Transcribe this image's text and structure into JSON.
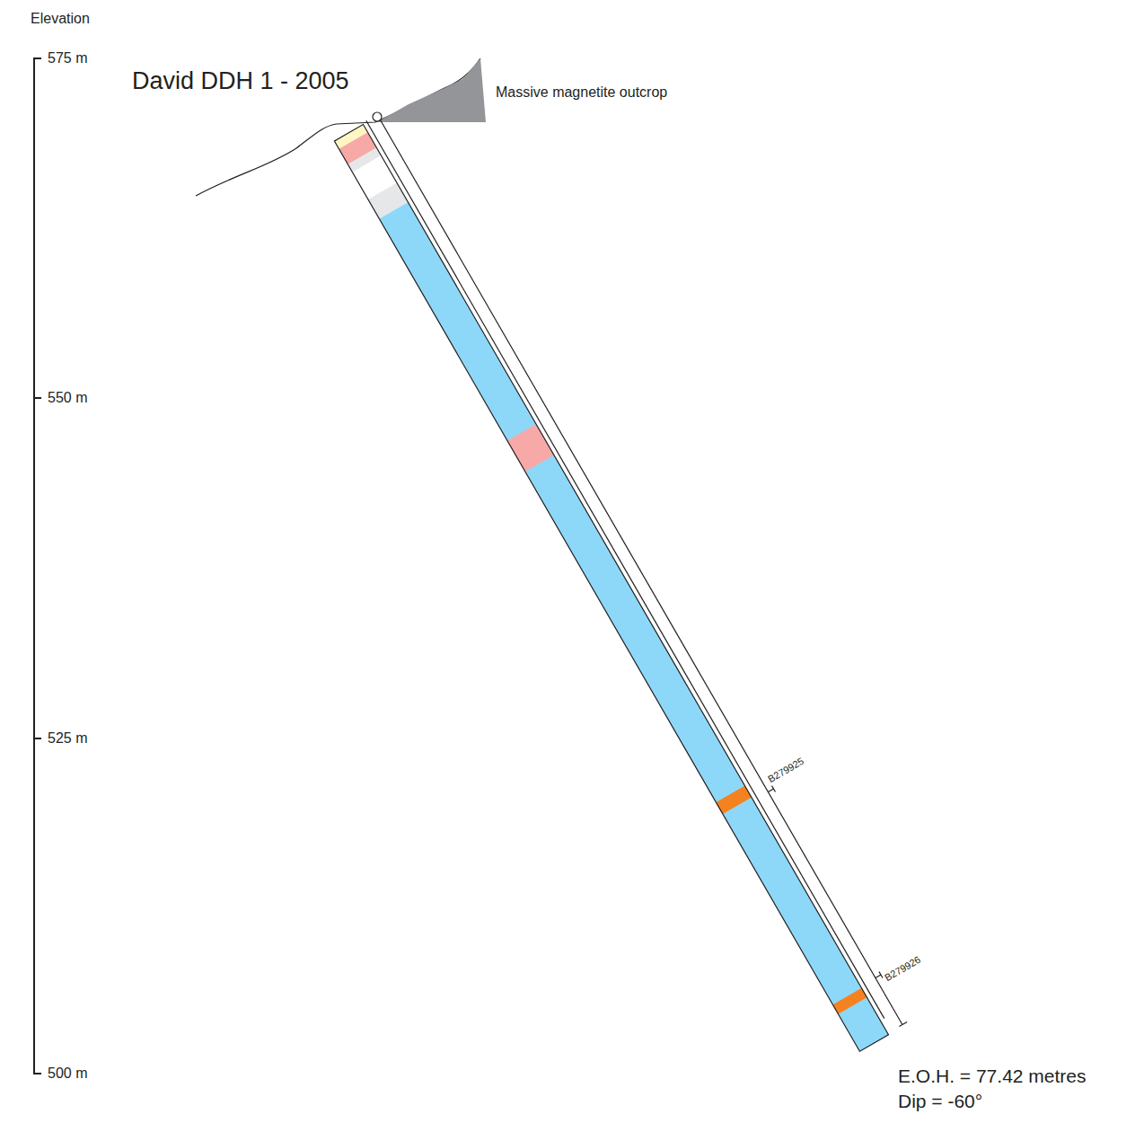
{
  "diagram": {
    "title": "David DDH 1 - 2005",
    "labels": [
      "Elevation",
      "575 m",
      "550 m",
      "525 m",
      "500 m",
      "Massive magnetite outcrop",
      "B279925",
      "B279926",
      "E.O.H. = 77.42 metres",
      "Dip = -60°"
    ]
  }
}
